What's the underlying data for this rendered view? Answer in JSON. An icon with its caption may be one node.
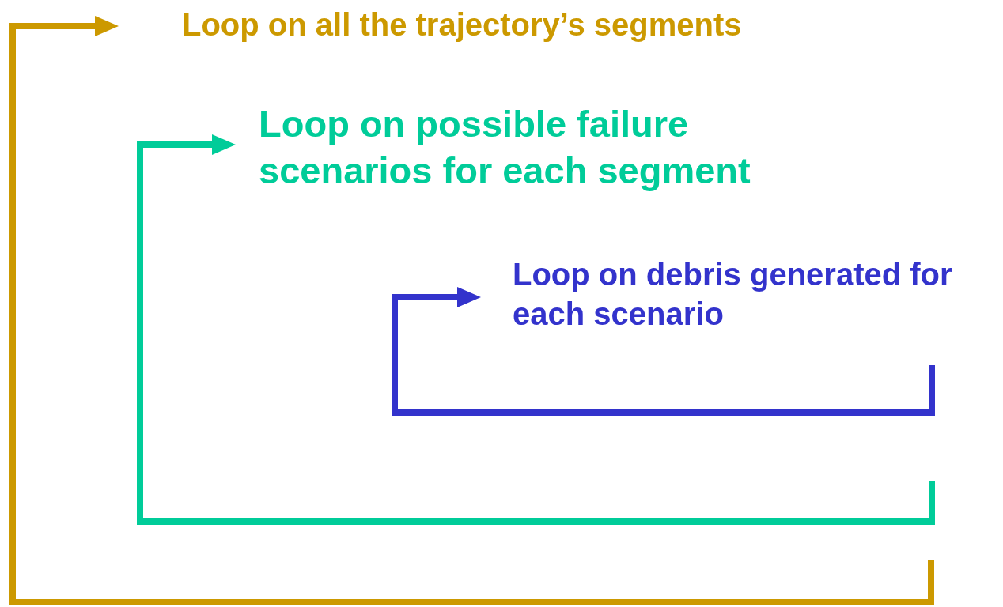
{
  "diagram": {
    "nodes": [
      {
        "text": [
          "Loop on all the trajectory’s segments"
        ]
      },
      {
        "text": [
          "Loop on possible failure scenarios for each segment"
        ]
      },
      {
        "text": [
          "Loop on debris generated for each scenario"
        ]
      }
    ],
    "edges": [
      {
        "from": null,
        "to": 0,
        "arrow": "to",
        "color": "#cc9900"
      },
      {
        "from": null,
        "to": 1,
        "arrow": "to",
        "color": "#00cc99"
      },
      {
        "from": null,
        "to": 2,
        "arrow": "to",
        "color": "#3333cc"
      }
    ]
  }
}
